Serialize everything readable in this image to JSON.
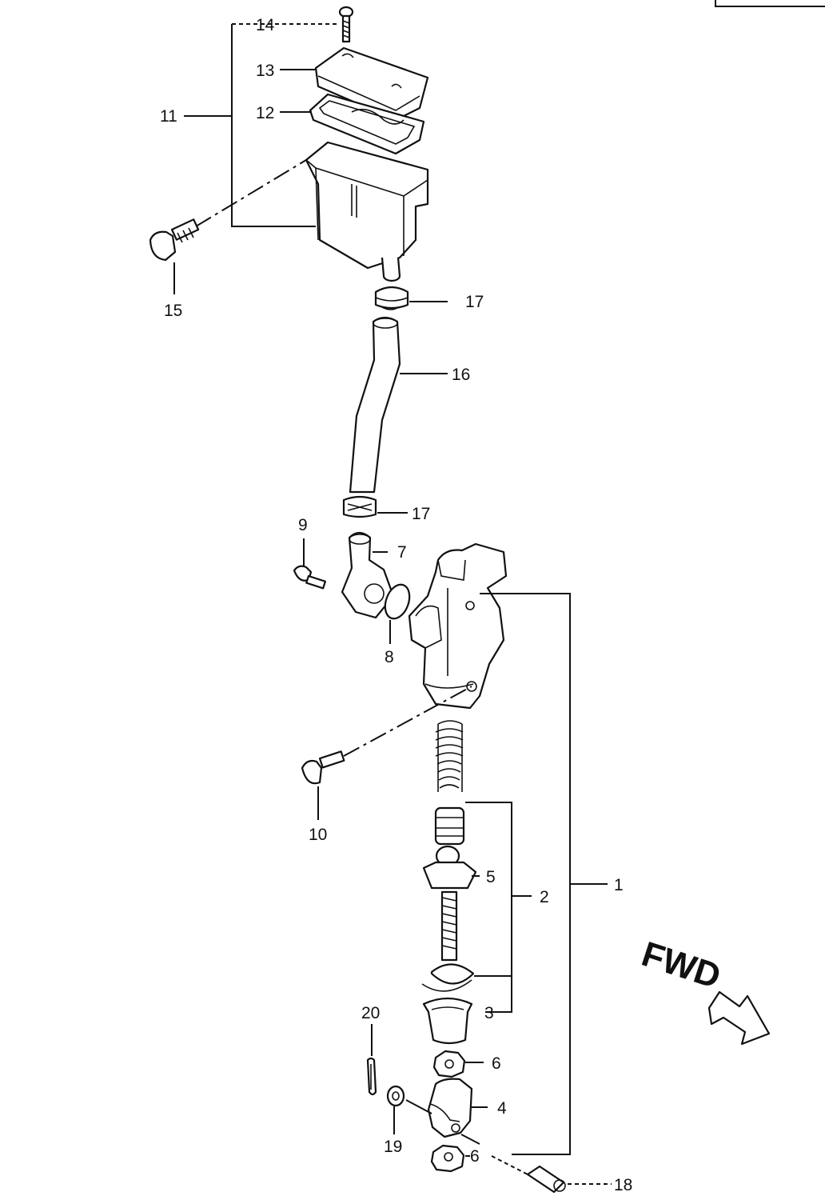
{
  "diagram": {
    "labels": {
      "p1": "1",
      "p2": "2",
      "p3": "3",
      "p4": "4",
      "p5": "5",
      "p6a": "6",
      "p6b": "6",
      "p7": "7",
      "p8": "8",
      "p9": "9",
      "p10": "10",
      "p11": "11",
      "p12": "12",
      "p13": "13",
      "p14": "14",
      "p15": "15",
      "p16": "16",
      "p17a": "17",
      "p17b": "17",
      "p18": "18",
      "p19": "19",
      "p20": "20"
    },
    "direction_text": "FWD"
  }
}
